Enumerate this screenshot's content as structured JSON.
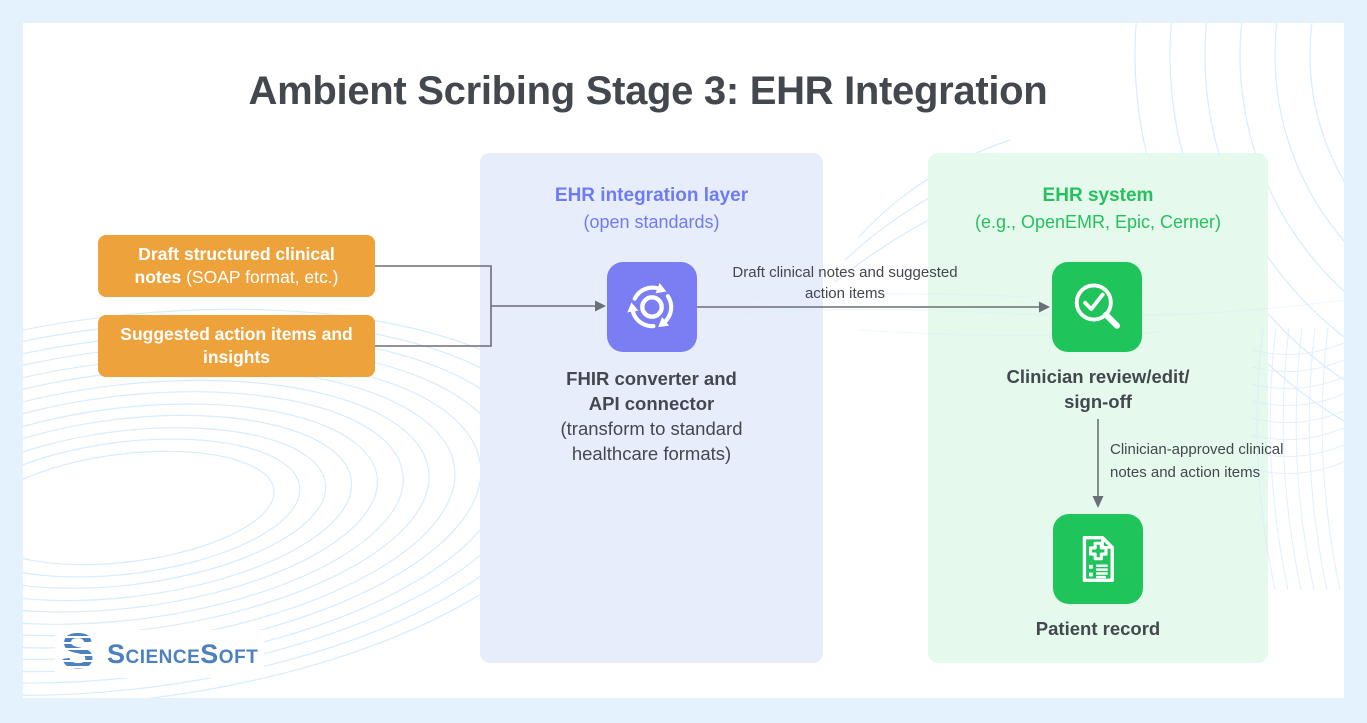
{
  "title": "Ambient Scribing Stage 3: EHR Integration",
  "inputs": [
    {
      "bold": "Draft structured clinical notes",
      "normal": " (SOAP format, etc.)"
    },
    {
      "bold": "Suggested action items and insights",
      "normal": ""
    }
  ],
  "integration_panel": {
    "heading": "EHR integration layer",
    "subheading": "(open standards)",
    "icon": "sync-cycle-icon",
    "node_title_lines": [
      "FHIR converter and",
      "API connector"
    ],
    "node_subtitle_lines": [
      "(transform to standard",
      "healthcare formats)"
    ]
  },
  "ehr_panel": {
    "heading": "EHR system",
    "subheading": "(e.g., OpenEMR, Epic, Cerner)",
    "review_icon": "magnifier-check-icon",
    "review_label_lines": [
      "Clinician review/edit/",
      "sign-off"
    ],
    "record_icon": "medical-record-icon",
    "record_label": "Patient record"
  },
  "flows": {
    "to_ehr_lines": [
      "Draft clinical notes and suggested",
      "action items"
    ],
    "to_record_lines": [
      "Clinician-approved clinical",
      "notes and action items"
    ]
  },
  "logo": {
    "name": "ScienceSoft"
  },
  "colors": {
    "frame": "#E4F2FD",
    "orange": "#EDA23C",
    "integration_bg": "#E8EDFB",
    "integration_accent": "#6E7CF3",
    "icon_purple": "#7A7EF2",
    "ehr_bg": "#E5F9EC",
    "ehr_accent": "#27C05E",
    "icon_green": "#1FC45A",
    "text_dark": "#43474E",
    "connector_gray": "#6B6F77",
    "logo_blue": "#4C81BE",
    "wave_blue": "#D8ECFB"
  }
}
